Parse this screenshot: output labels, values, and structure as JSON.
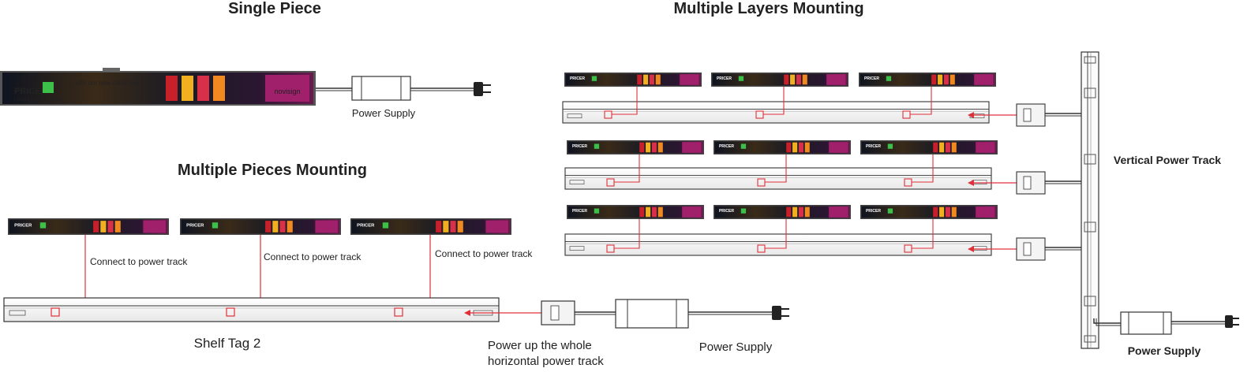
{
  "titles": {
    "single_piece": "Single Piece",
    "multiple_pieces": "Multiple Pieces Mounting",
    "multiple_layers": "Multiple Layers Mounting"
  },
  "labels": {
    "power_supply_single": "Power Supply",
    "connect": "Connect to power track",
    "shelf_tag": "Shelf Tag 2",
    "power_up_line1": "Power up the whole",
    "power_up_line2": "horizontal power track",
    "power_supply_pieces": "Power Supply",
    "vertical_power_track": "Vertical Power Track",
    "power_supply_layers": "Power Supply"
  },
  "display": {
    "brand": "PRICER",
    "brand_sub": "LUXX Light Technology",
    "promo": "with our new collection",
    "logo": "novisign"
  },
  "colors": {
    "accent_red": "#e0303a",
    "display_bg": "#1a1a22",
    "brand_green": "#3cc04a",
    "logo_magenta": "#a0206c"
  }
}
